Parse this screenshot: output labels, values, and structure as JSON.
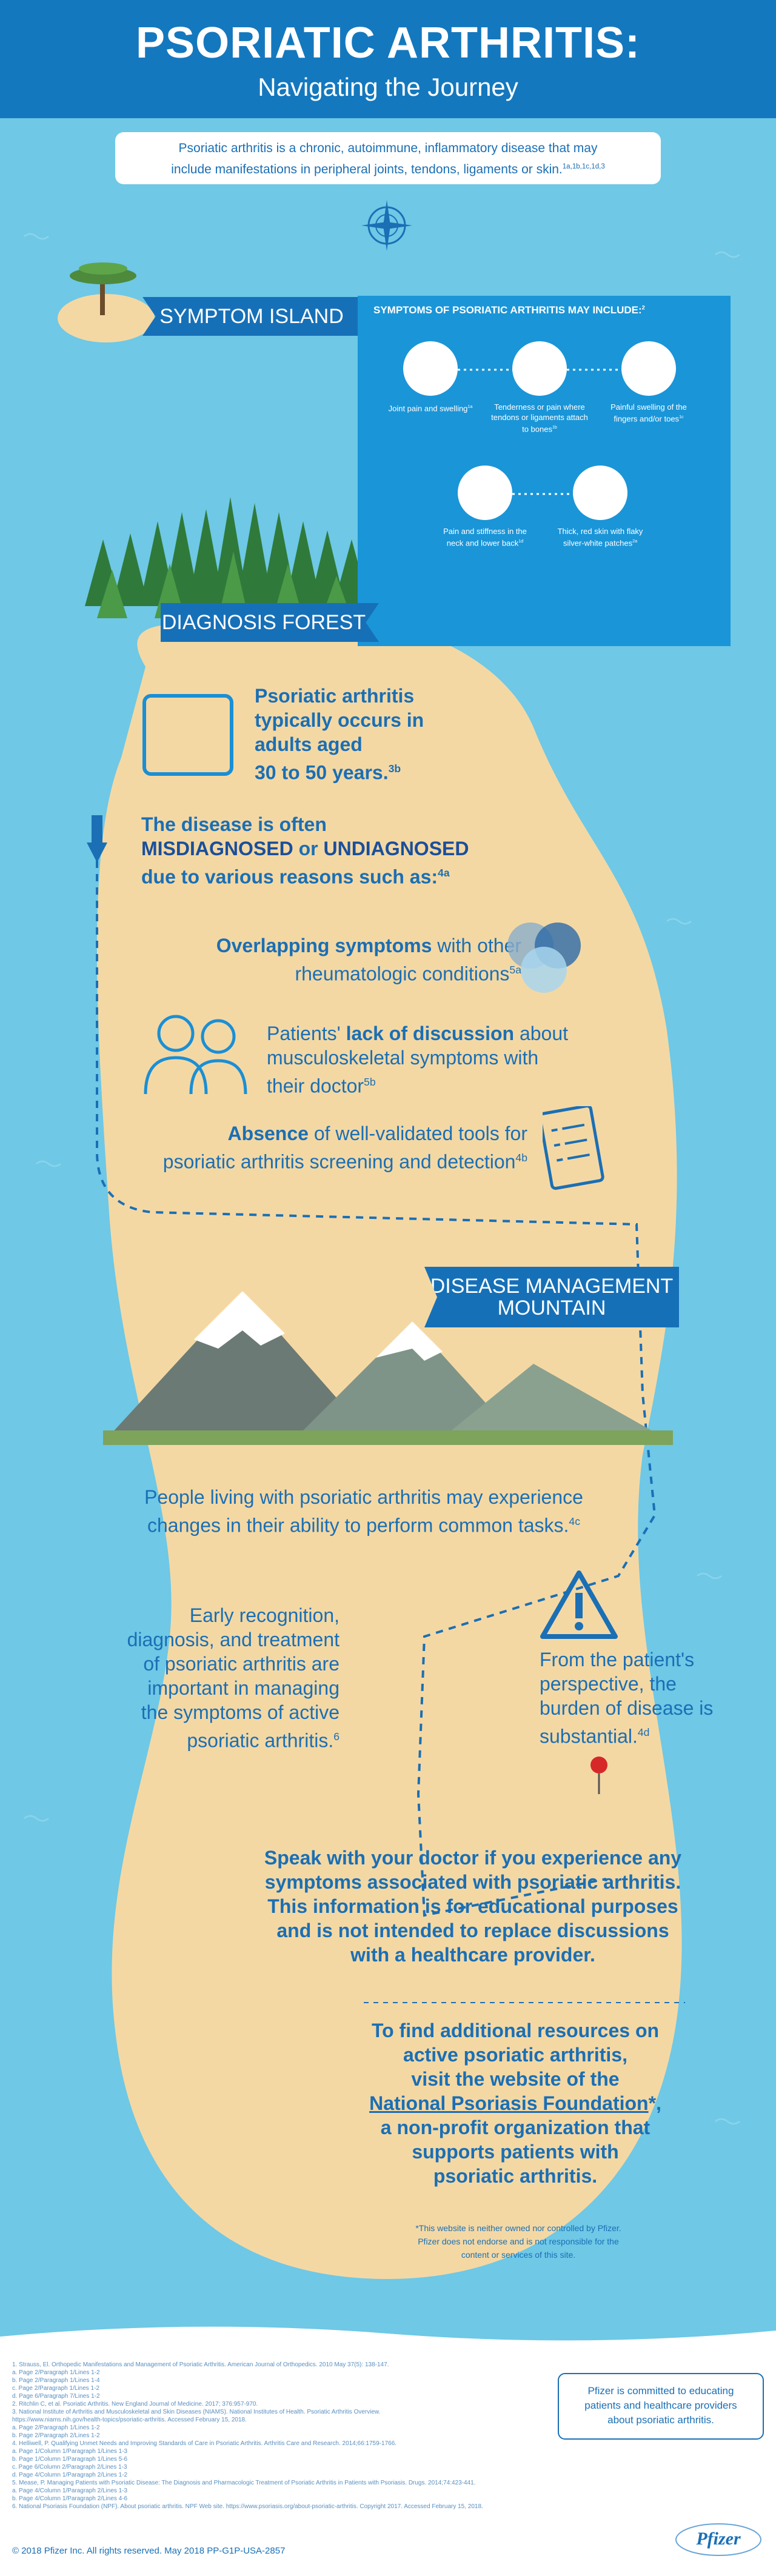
{
  "header": {
    "title": "PSORIATIC ARTHRITIS:",
    "subtitle": "Navigating the Journey"
  },
  "intro": {
    "line1": "Psoriatic arthritis is a chronic, autoimmune, inflammatory disease that may",
    "line2": "include manifestations in peripheral joints, tendons, ligaments or skin.",
    "sup": "1a,1b,1c,1d,3"
  },
  "symptom_island": {
    "label": "SYMPTOM ISLAND",
    "box_title": "SYMPTOMS OF PSORIATIC ARTHRITIS MAY INCLUDE:",
    "box_title_sup": "2",
    "items": [
      {
        "label": "Joint pain and swelling",
        "sup": "1a"
      },
      {
        "label": "Tenderness or pain where tendons or ligaments attach to bones",
        "sup": "1b"
      },
      {
        "label": "Painful swelling of the fingers and/or toes",
        "sup": "1c"
      },
      {
        "label": "Pain and stiffness in the neck and lower back",
        "sup": "1d"
      },
      {
        "label": "Thick, red skin with flaky silver-white patches",
        "sup": "2a"
      }
    ]
  },
  "diagnosis_forest": {
    "label": "DIAGNOSIS FOREST",
    "age_text_1": "Psoriatic arthritis",
    "age_text_2": "typically occurs in",
    "age_text_3": "adults aged",
    "age_text_4": "30 to 50 years.",
    "age_sup": "3b",
    "misdiag_1": "The disease is often",
    "misdiag_2a": "MISDIAGNOSED",
    "misdiag_2b": " or ",
    "misdiag_2c": "UNDIAGNOSED",
    "misdiag_3": "due to various reasons such as:",
    "misdiag_sup": "4a",
    "reason1_bold": "Overlapping symptoms",
    "reason1_rest": " with other",
    "reason1_line2": "rheumatologic conditions",
    "reason1_sup": "5a",
    "reason2_pre": "Patients' ",
    "reason2_bold": "lack of discussion",
    "reason2_rest": " about",
    "reason2_line2": "musculoskeletal symptoms with",
    "reason2_line3": "their doctor",
    "reason2_sup": "5b",
    "reason3_bold": "Absence",
    "reason3_rest": " of well-validated tools for",
    "reason3_line2": "psoriatic arthritis screening and detection",
    "reason3_sup": "4b"
  },
  "mountain": {
    "label_1": "DISEASE MANAGEMENT",
    "label_2": "MOUNTAIN",
    "tasks_1": "People living with psoriatic arthritis may experience",
    "tasks_2": "changes in their ability to perform common tasks.",
    "tasks_sup": "4c",
    "early_1": "Early recognition,",
    "early_2": "diagnosis, and treatment",
    "early_3": "of psoriatic arthritis are",
    "early_4": "important in managing",
    "early_5": "the symptoms of active",
    "early_6": "psoriatic arthritis.",
    "early_sup": "6",
    "burden_1": "From the patient's",
    "burden_2": "perspective, the",
    "burden_3": "burden of disease is",
    "burden_4": "substantial.",
    "burden_sup": "4d"
  },
  "speak": {
    "line1": "Speak with your doctor if you experience any",
    "line2": "symptoms associated with psoriatic arthritis.",
    "line3": "This information is for educational purposes",
    "line4": "and is not intended to replace discussions",
    "line5": "with a healthcare provider."
  },
  "resources": {
    "line1": "To find additional resources on",
    "line2": "active psoriatic arthritis,",
    "line3": "visit the website of the",
    "link": "National Psoriasis Foundation",
    "link_suffix": "*,",
    "line5": "a non-profit organization that",
    "line6": "supports patients with",
    "line7": "psoriatic arthritis.",
    "disclaimer_1": "*This website is neither owned nor controlled by Pfizer.",
    "disclaimer_2": "Pfizer does not endorse and is not responsible for the",
    "disclaimer_3": "content or services of this site."
  },
  "footer": {
    "refs": [
      "1. Strauss, El. Orthopedic Manifestations and Management of Psoriatic Arthritis. American Journal of Orthopedics. 2010 May 37(5): 138-147.",
      "   a. Page 2/Paragraph 1/Lines 1-2",
      "   b. Page 2/Paragraph 1/Lines 1-4",
      "   c. Page 2/Paragraph 1/Lines 1-2",
      "   d. Page 6/Paragraph 7/Lines 1-2",
      "2. Ritchlin C, et al. Psoriatic Arthritis. New England Journal of Medicine. 2017; 376:957-970.",
      "3. National Institute of Arthritis and Musculoskeletal and Skin Diseases (NIAMS). National Institutes of Health. Psoriatic Arthritis Overview.",
      "   https://www.niams.nih.gov/health-topics/psoriatic-arthritis. Accessed February 15, 2018.",
      "   a. Page 2/Paragraph 1/Lines 1-2",
      "   b. Page 2/Paragraph 2/Lines 1-2",
      "4. Helliwell, P. Qualifying Unmet Needs and Improving Standards of Care in Psoriatic Arthritis. Arthritis Care and Research. 2014;66:1759-1766.",
      "   a. Page 1/Column 1/Paragraph 1/Lines 1-3",
      "   b. Page 1/Column 1/Paragraph 1/Lines 5-6",
      "   c. Page 6/Column 2/Paragraph 2/Lines 1-3",
      "   d. Page 4/Column 1/Paragraph 2/Lines 1-2",
      "5. Mease, P. Managing Patients with Psoriatic Disease: The Diagnosis and Pharmacologic Treatment of Psoriatic Arthritis in Patients with Psoriasis. Drugs. 2014;74:423-441.",
      "   a. Page 4/Column 1/Paragraph 2/Lines 1-3",
      "   b. Page 4/Column 1/Paragraph 2/Lines 4-6",
      "6. National Psoriasis Foundation (NPF). About psoriatic arthritis. NPF Web site. https://www.psoriasis.org/about-psoriatic-arthritis. Copyright 2017. Accessed February 15, 2018."
    ],
    "pfizer_note_1": "Pfizer is committed to educating",
    "pfizer_note_2": "patients and healthcare providers",
    "pfizer_note_3": "about psoriatic arthritis.",
    "copyright": "© 2018 Pfizer Inc. All rights reserved.  May 2018 PP-G1P-USA-2857",
    "logo": "Pfizer"
  }
}
